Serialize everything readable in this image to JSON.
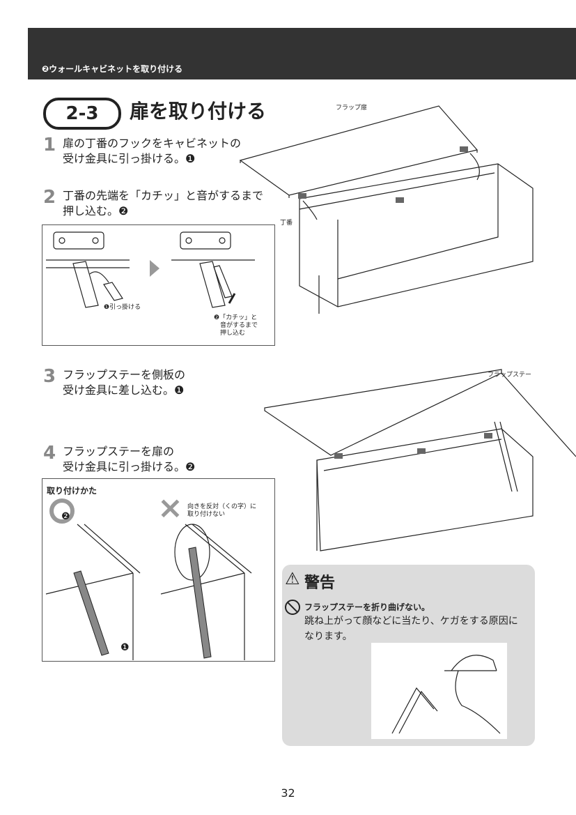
{
  "header": {
    "section": "❷ウォールキャビネットを取り付ける"
  },
  "title": {
    "number": "2-3",
    "text": "扉を取り付ける"
  },
  "steps": [
    {
      "num": "1",
      "lines": [
        "扉の丁番のフックをキャビネットの",
        "受け金具に引っ掛ける。❶"
      ]
    },
    {
      "num": "2",
      "lines": [
        "丁番の先端を「カチッ」と音がするまで",
        "押し込む。❷"
      ]
    },
    {
      "num": "3",
      "lines": [
        "フラップステーを側板の",
        "受け金具に差し込む。❶"
      ]
    },
    {
      "num": "4",
      "lines": [
        "フラップステーを扉の",
        "受け金具に引っ掛ける。❷"
      ]
    }
  ],
  "figure1": {
    "label1": "❶引っ掛ける",
    "label2": [
      "❷「カチッ」と",
      "音がするまで",
      "押し込む"
    ]
  },
  "cabinet1": {
    "flap_door": "フラップ扉",
    "hinge": "丁番"
  },
  "cabinet2": {
    "flap_stay": "フラップステー"
  },
  "figure2": {
    "heading": "取り付けかた",
    "ok_mark": "O",
    "ng_mark": "×",
    "ng_note": [
      "向きを反対（くの字）に",
      "取り付けない"
    ],
    "marker1": "❶",
    "marker2": "❷"
  },
  "warning": {
    "title": "警告",
    "headline": "フラップステーを折り曲げない。",
    "body": "跳ね上がって顔などに当たり、ケガをする原因になります。"
  },
  "page_number": "32"
}
